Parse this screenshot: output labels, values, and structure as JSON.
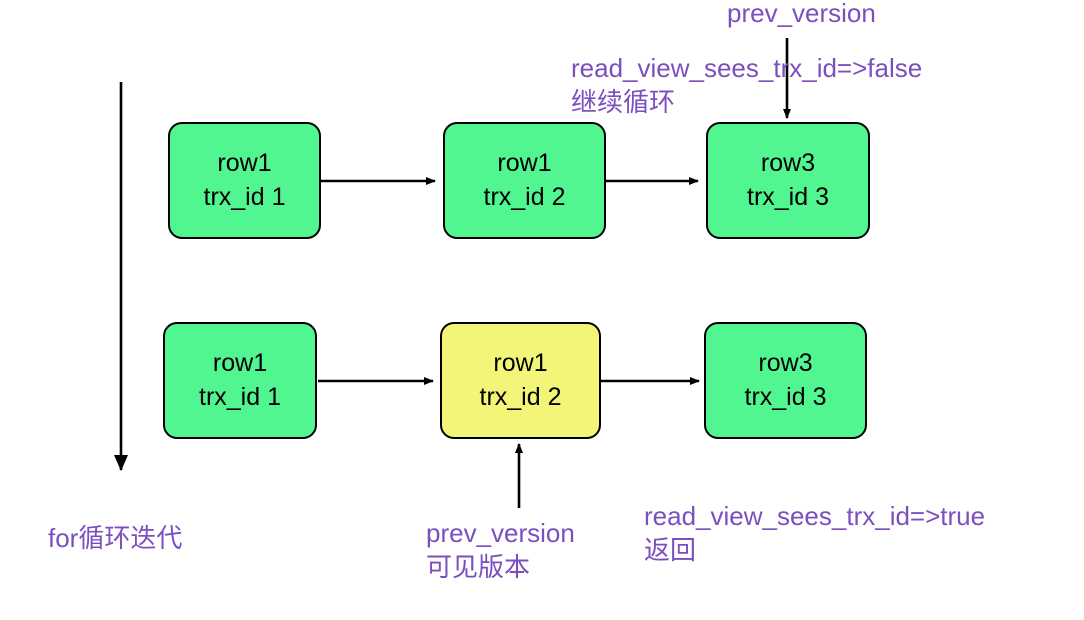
{
  "diagram": {
    "title_hidden": "",
    "colors": {
      "green_fill": "#52F691",
      "yellow_fill": "#F2F578",
      "stroke": "#000000",
      "annotation_purple": "#7B4FC0",
      "background": "#FFFFFF"
    },
    "rows": [
      {
        "id": "row-top",
        "nodes": [
          {
            "id": "top-node-1",
            "line1": "row1",
            "line2": "trx_id 1",
            "fill": "green"
          },
          {
            "id": "top-node-2",
            "line1": "row1",
            "line2": "trx_id 2",
            "fill": "green"
          },
          {
            "id": "top-node-3",
            "line1": "row3",
            "line2": "trx_id 3",
            "fill": "green"
          }
        ]
      },
      {
        "id": "row-bottom",
        "nodes": [
          {
            "id": "bottom-node-1",
            "line1": "row1",
            "line2": "trx_id 1",
            "fill": "green"
          },
          {
            "id": "bottom-node-2",
            "line1": "row1",
            "line2": "trx_id 2",
            "fill": "yellow"
          },
          {
            "id": "bottom-node-3",
            "line1": "row3",
            "line2": "trx_id 3",
            "fill": "green"
          }
        ]
      }
    ],
    "annotations": {
      "top_prev_version": "prev_version",
      "top_result_line1": "read_view_sees_trx_id=>false",
      "top_result_line2": "继续循环",
      "loop_label": "for循环迭代",
      "bottom_prev_version_line1": "prev_version",
      "bottom_prev_version_line2": "可见版本",
      "bottom_result_line1": "read_view_sees_trx_id=>true",
      "bottom_result_line2": "返回"
    }
  }
}
